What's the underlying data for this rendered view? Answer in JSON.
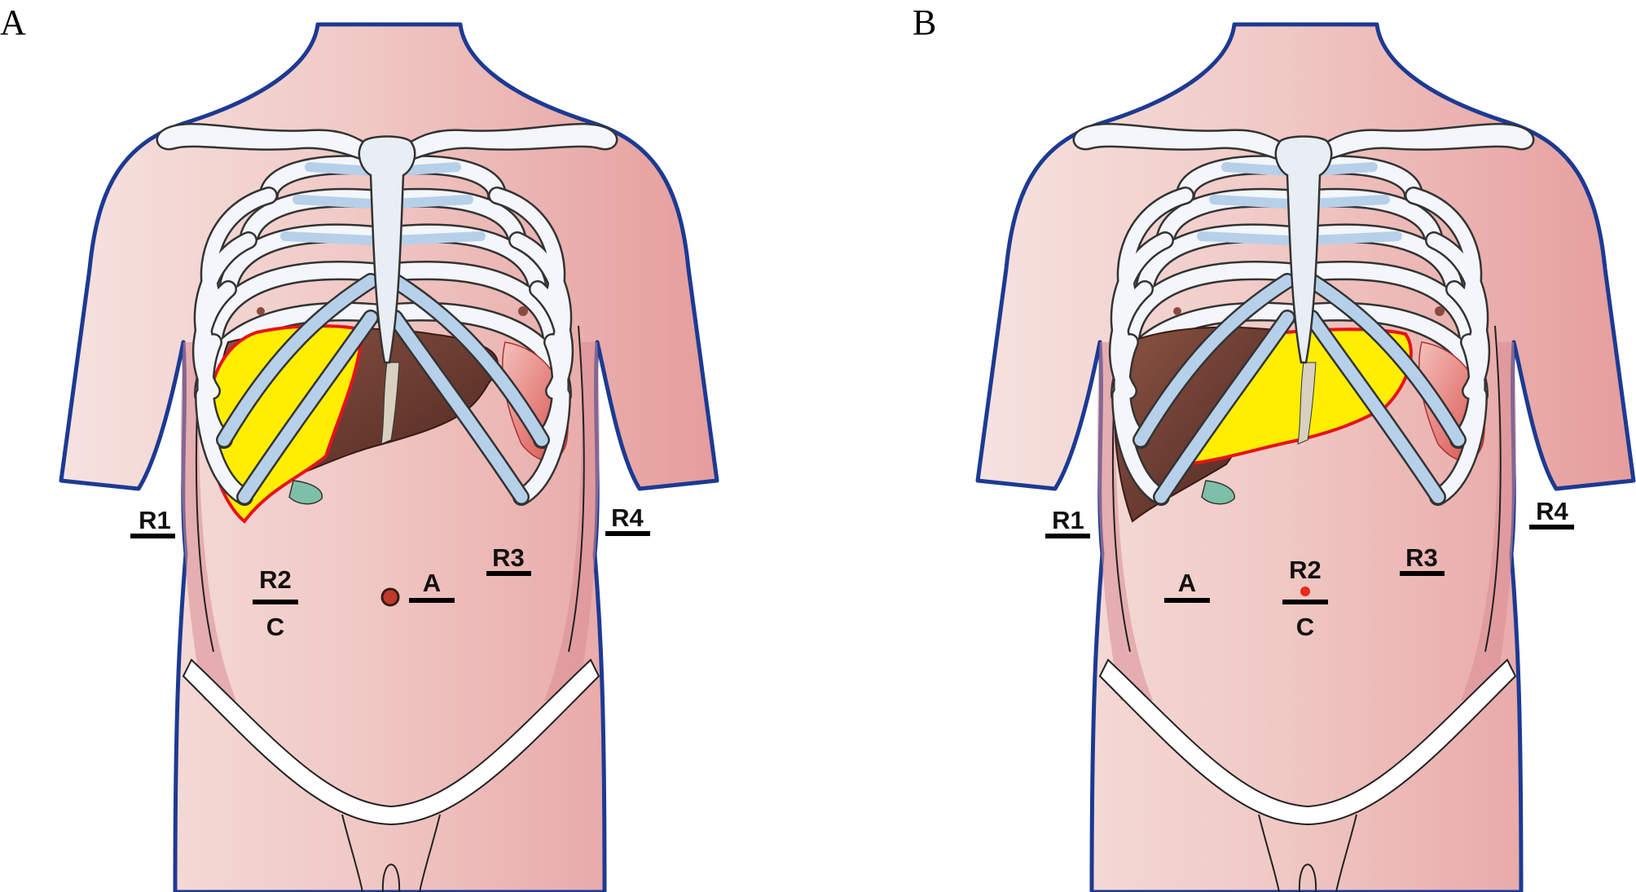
{
  "panels": [
    {
      "id": "A",
      "letter": "A",
      "labels": {
        "r1": "R1",
        "r2": "R2",
        "c": "C",
        "a": "A",
        "r3": "R3",
        "r4": "R4"
      }
    },
    {
      "id": "B",
      "letter": "B",
      "labels": {
        "r1": "R1",
        "r2": "R2",
        "c": "C",
        "a": "A",
        "r3": "R3",
        "r4": "R4"
      }
    }
  ],
  "colors": {
    "skin": "#f1c8c4",
    "skin_edge": "#e7a6a5",
    "outline": "#1c3a93",
    "bone": "#f3f6fa",
    "cartilage": "#b7d0ea",
    "liver": "#6e3a30",
    "liver_highlight": "#ffee00",
    "highlight_border": "#e8121a",
    "gallbladder": "#7ebfa8",
    "spleen": "#e0605a",
    "umbilicus": "#c0392b"
  }
}
